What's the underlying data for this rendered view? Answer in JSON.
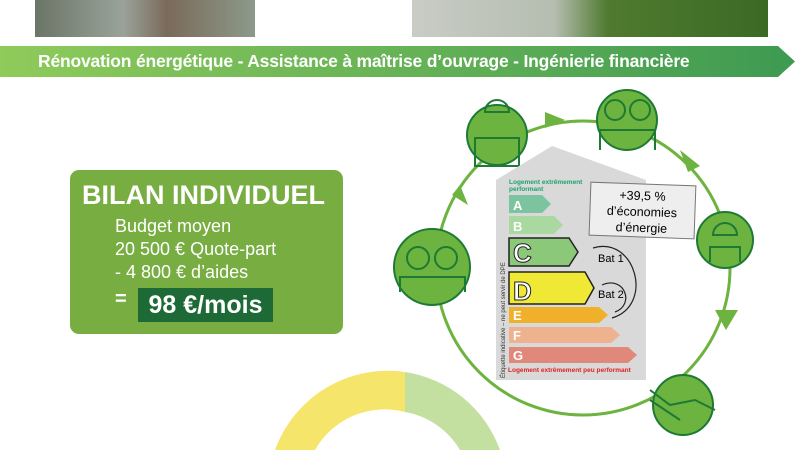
{
  "banner": {
    "text": "Rénovation énergétique - Assistance à maîtrise d’ouvrage - Ingénierie financière",
    "color": "#5cb85c"
  },
  "bilan": {
    "title": "BILAN INDIVIDUEL",
    "lines": [
      "Budget moyen",
      "20 500 € Quote-part",
      "- 4 800 € d’aides"
    ],
    "equals": "=",
    "result": "98 €/mois",
    "color": "#77ad41",
    "result_color": "#1d6a36"
  },
  "dpe": {
    "top_label": "Logement extrêmement performant",
    "bottom_label": "Logement extrêmement peu performant",
    "side_label": "Étiquette indicative – ne peut servir de DPE",
    "classes": [
      {
        "letter": "A",
        "color": "#7cc4a0"
      },
      {
        "letter": "B",
        "color": "#a9d8a0"
      },
      {
        "letter": "C",
        "color": "#8cc87a"
      },
      {
        "letter": "D",
        "color": "#efe935"
      },
      {
        "letter": "E",
        "color": "#f0b02a"
      },
      {
        "letter": "F",
        "color": "#efb28e"
      },
      {
        "letter": "G",
        "color": "#e0887a"
      }
    ],
    "bat1": "Bat 1",
    "bat2": "Bat 2",
    "savings": {
      "value": "+39,5 %",
      "line2": "d’économies",
      "line3": "d’énergie"
    }
  },
  "cycle": {
    "icons": [
      "architect-icon",
      "couple-icon",
      "worker-icon",
      "handshake-icon",
      "residents-icon"
    ],
    "color": "#6db33f"
  }
}
